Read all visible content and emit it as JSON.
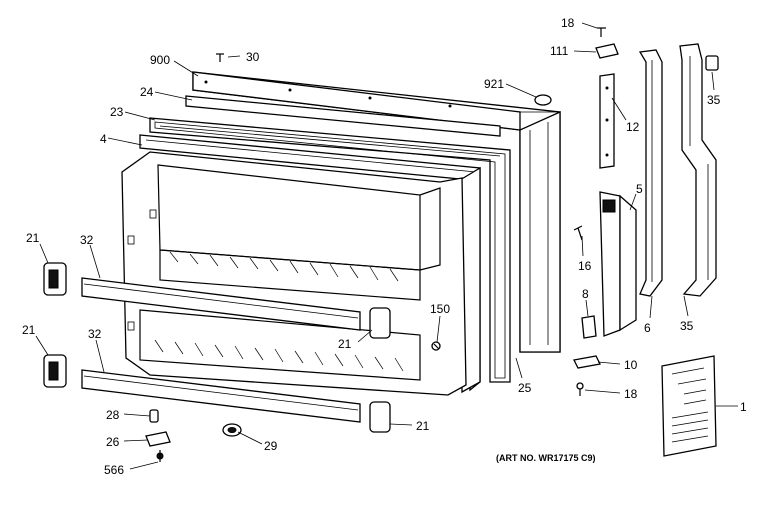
{
  "diagram": {
    "callouts": {
      "c18a": "18",
      "c111": "111",
      "c900": "900",
      "c30": "30",
      "c921": "921",
      "c35a": "35",
      "c24": "24",
      "c23": "23",
      "c12": "12",
      "c4": "4",
      "c5": "5",
      "c21a": "21",
      "c32a": "32",
      "c16": "16",
      "c8": "8",
      "c150": "150",
      "c6": "6",
      "c35b": "35",
      "c21b": "21",
      "c21c": "21",
      "c32b": "32",
      "c10": "10",
      "c25": "25",
      "c18b": "18",
      "c1": "1",
      "c28": "28",
      "c21d": "21",
      "c26": "26",
      "c29": "29",
      "c566": "566"
    },
    "art_number": "(ART NO. WR17175 C9)"
  }
}
